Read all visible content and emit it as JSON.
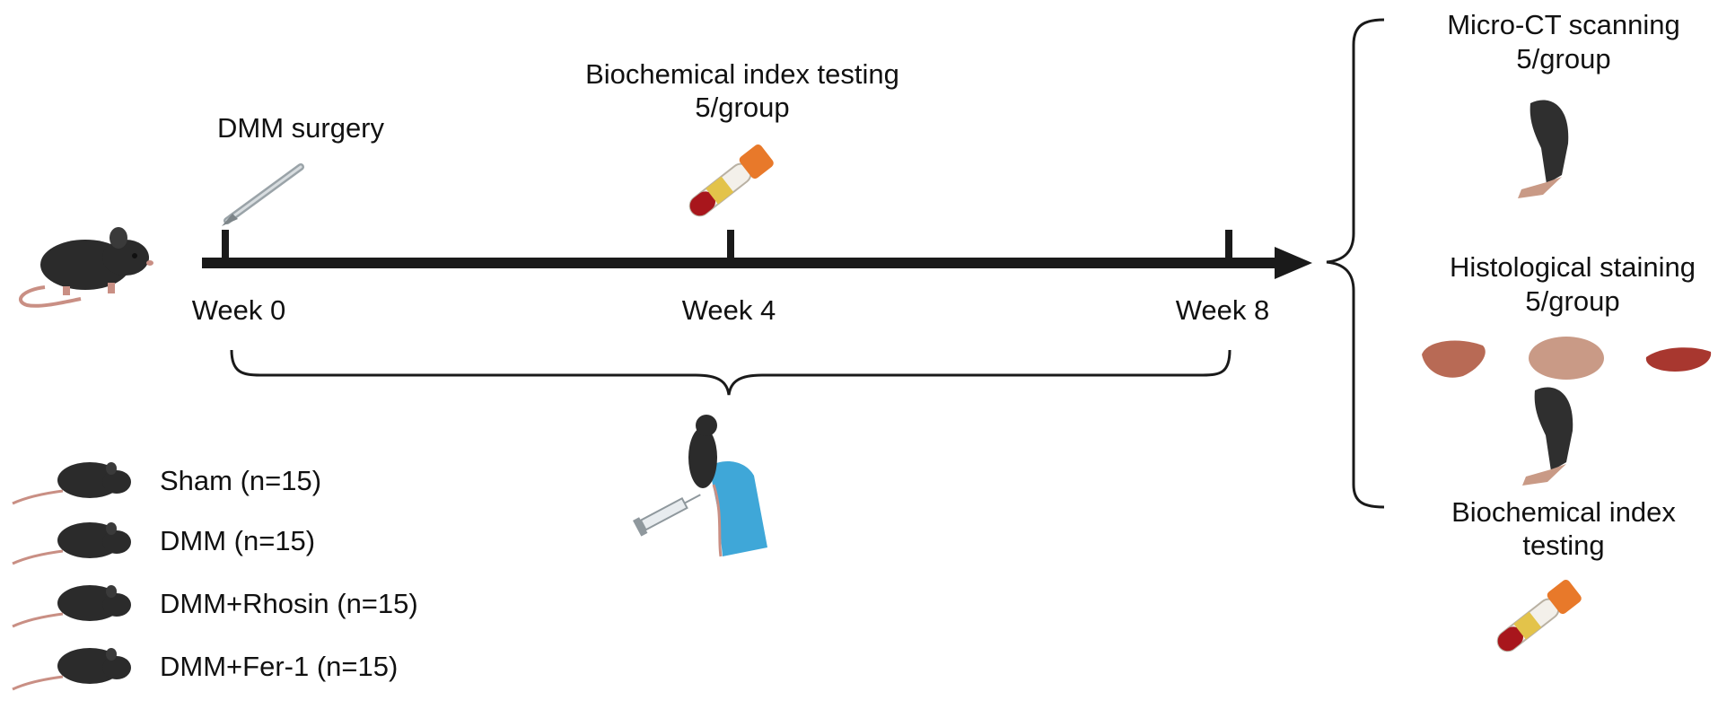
{
  "timeline": {
    "milestones": [
      {
        "label": "Week 0",
        "event": "DMM surgery"
      },
      {
        "label": "Week 4",
        "event": "Biochemical index testing",
        "sub": "5/group"
      },
      {
        "label": "Week 8"
      }
    ]
  },
  "groups": [
    {
      "label": "Sham (n=15)"
    },
    {
      "label": "DMM (n=15)"
    },
    {
      "label": "DMM+Rhosin (n=15)"
    },
    {
      "label": "DMM+Fer-1 (n=15)"
    }
  ],
  "outcomes": [
    {
      "title": "Micro-CT scanning",
      "sub": "5/group"
    },
    {
      "title": "Histological staining",
      "sub": "5/group"
    },
    {
      "title": "Biochemical index",
      "sub": "testing"
    }
  ],
  "colors": {
    "line": "#1a1a1a",
    "mouse": "#2b2b2b",
    "tail": "#c98f84",
    "tube_cap": "#e8792a",
    "blood": "#a8161c",
    "glove": "#3fa7d8",
    "organ_liver": "#b86a55",
    "organ_pale": "#c99a86",
    "organ_spleen": "#a8372f"
  },
  "icons": [
    "mouse-icon",
    "scalpel-icon",
    "blood-tube-icon",
    "syringe-injection-icon",
    "knee-joint-icon",
    "liver-icon",
    "kidney-icon",
    "spleen-icon"
  ]
}
